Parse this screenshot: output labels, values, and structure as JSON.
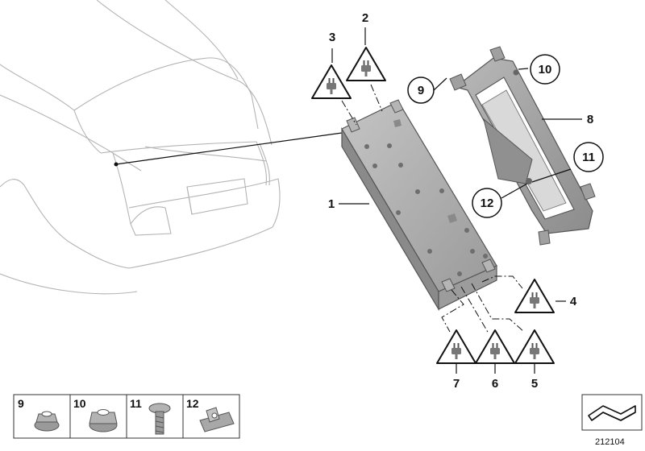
{
  "callouts": {
    "c1": "1",
    "c2": "2",
    "c3": "3",
    "c4": "4",
    "c5": "5",
    "c6": "6",
    "c7": "7",
    "c8": "8",
    "c9": "9",
    "c10": "10",
    "c11": "11",
    "c12": "12"
  },
  "thumbnails": [
    {
      "label": "9"
    },
    {
      "label": "10"
    },
    {
      "label": "11"
    },
    {
      "label": "12"
    }
  ],
  "diagram_id": "212104",
  "icons": {
    "warning": "connector-warning-icon",
    "scheme": "scheme-arrow-icon"
  },
  "colors": {
    "part_fill": "#a9a9a9",
    "part_dark": "#7d7d7d",
    "car_outline": "#b4b4b4",
    "line": "#111111"
  }
}
